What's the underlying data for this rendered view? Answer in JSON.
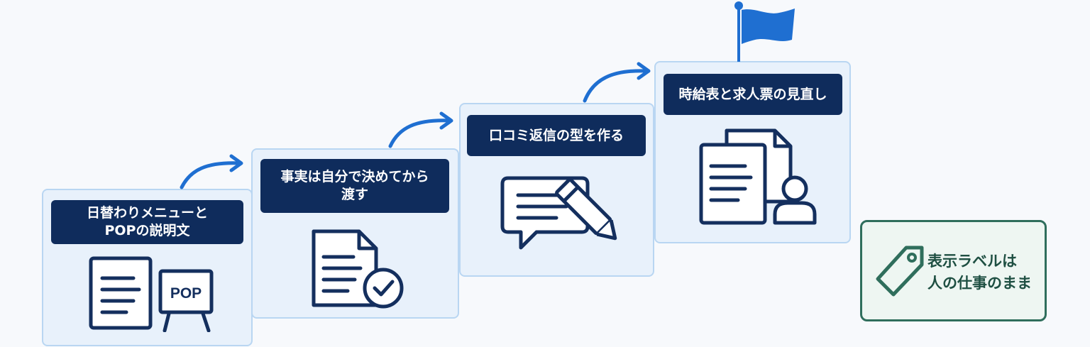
{
  "steps": [
    {
      "line1": "日替わりメニューと",
      "line2": "POPの説明文",
      "icon": "document-and-pop-sign-icon"
    },
    {
      "line1": "事実は自分で決めてから",
      "line2": "渡す",
      "icon": "document-check-icon"
    },
    {
      "line1": "口コミ返信の型を作る",
      "icon": "chat-bubble-pencil-icon"
    },
    {
      "line1": "時給表と求人票の見直し",
      "icon": "documents-person-icon"
    }
  ],
  "pop_sign_text": "POP",
  "note": {
    "line1": "表示ラベルは",
    "line2": "人の仕事のまま",
    "icon": "tag-icon"
  },
  "colors": {
    "label_bg": "#0f2c5c",
    "box_bg": "#e8f1fb",
    "box_border": "#b9d6f2",
    "arrow": "#1f6fd1",
    "flag": "#1f6fd1",
    "icon_stroke": "#142f5e",
    "note_border": "#2f6e5c"
  }
}
